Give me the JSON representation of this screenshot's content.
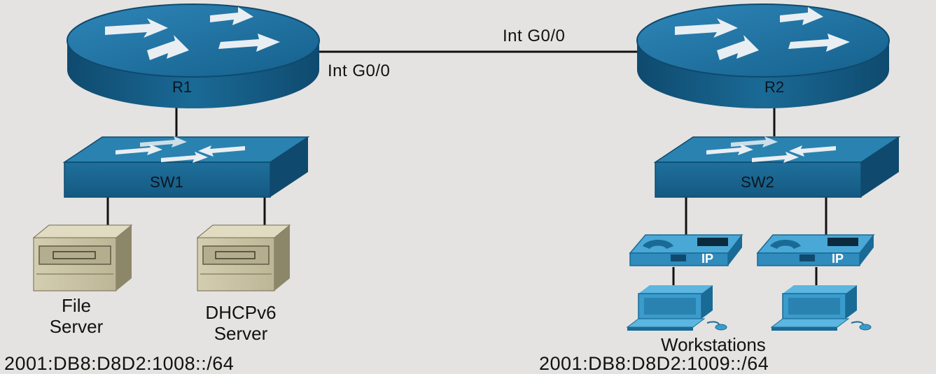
{
  "diagram": {
    "routers": [
      {
        "id": "r1",
        "label": "R1"
      },
      {
        "id": "r2",
        "label": "R2"
      }
    ],
    "switches": [
      {
        "id": "sw1",
        "label": "SW1"
      },
      {
        "id": "sw2",
        "label": "SW2"
      }
    ],
    "interfaces": {
      "r1_link": "Int G0/0",
      "r2_link": "Int G0/0"
    },
    "servers": [
      {
        "id": "file-server",
        "line1": "File",
        "line2": "Server"
      },
      {
        "id": "dhcpv6-server",
        "line1": "DHCPv6",
        "line2": "Server"
      }
    ],
    "phones": [
      {
        "id": "phone-1",
        "label": "IP"
      },
      {
        "id": "phone-2",
        "label": "IP"
      }
    ],
    "workstations_label": "Workstations",
    "networks": {
      "left": "2001:DB8:D8D2:1008::/64",
      "right": "2001:DB8:D8D2:1009::/64"
    },
    "colors": {
      "device_blue": "#1a6a96",
      "device_dark": "#0f4a6e",
      "device_light": "#2a82b0",
      "server_tan": "#c9c3a4",
      "server_dark": "#8d876a",
      "phone_blue": "#3a9ccc",
      "link": "#111111"
    }
  }
}
